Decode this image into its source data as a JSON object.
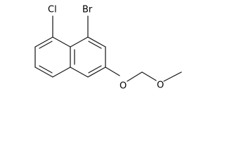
{
  "molecule": {
    "atoms": {
      "chlorine": "Cl",
      "bromine": "Br",
      "ether_oxygen": "O",
      "methoxy_oxygen": "O"
    }
  }
}
